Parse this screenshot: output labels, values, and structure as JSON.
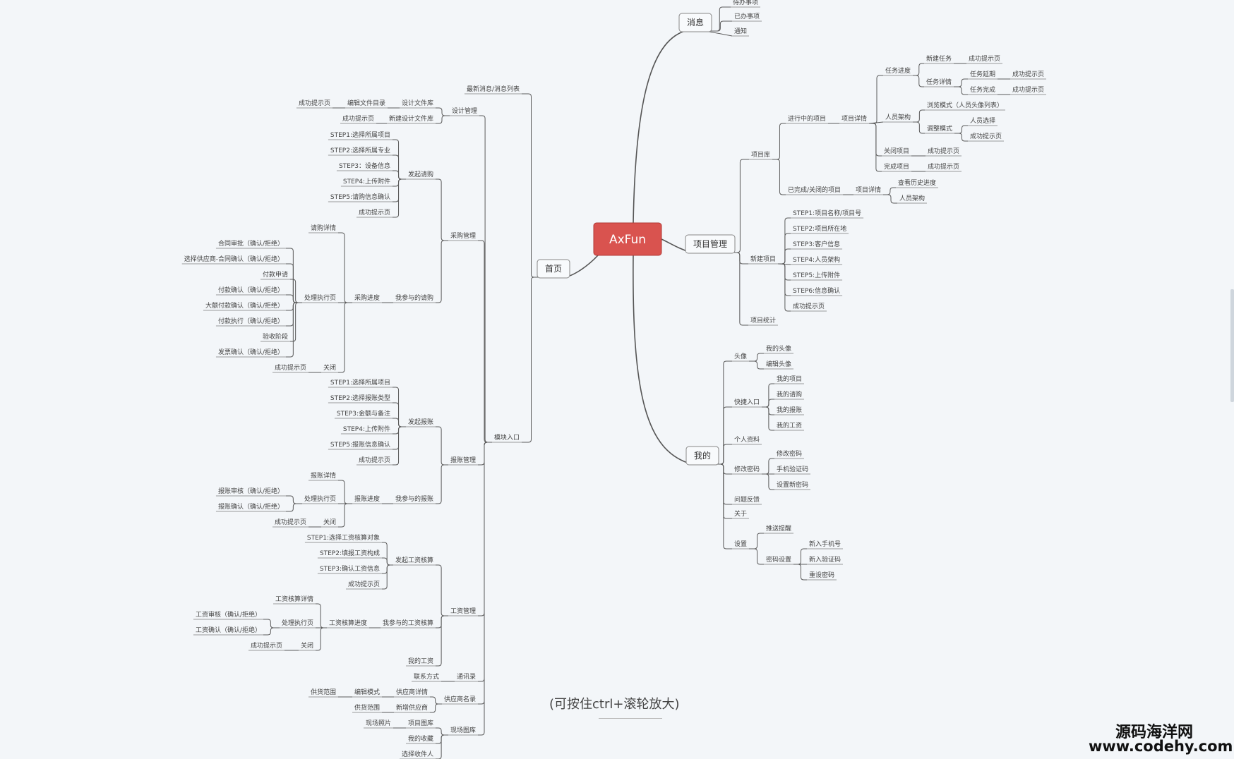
{
  "root": {
    "label": "AxFun"
  },
  "hint": "(可按住ctrl+滚轮放大)",
  "watermark": {
    "line1": "源码海洋网",
    "line2": "www.codehy.com"
  },
  "colors": {
    "root_fill": "#d9534f",
    "root_text": "#ffffff",
    "line": "#5a5a5a",
    "background": "#f3f6f9"
  },
  "nodes": [
    {
      "id": "r_news",
      "t": "消息"
    },
    {
      "id": "n_todo",
      "t": "待办事项"
    },
    {
      "id": "n_done",
      "t": "已办事项"
    },
    {
      "id": "n_notice",
      "t": "通知"
    },
    {
      "id": "r_pm",
      "t": "项目管理"
    },
    {
      "id": "pm_lib",
      "t": "项目库"
    },
    {
      "id": "pm_run",
      "t": "进行中的项目"
    },
    {
      "id": "pm_detail",
      "t": "项目详情"
    },
    {
      "id": "pm_prog",
      "t": "任务进度"
    },
    {
      "id": "pm_newtask",
      "t": "新建任务"
    },
    {
      "id": "pm_ok1",
      "t": "成功提示页"
    },
    {
      "id": "pm_taskdet",
      "t": "任务详情"
    },
    {
      "id": "pm_delay",
      "t": "任务延期"
    },
    {
      "id": "pm_ok2",
      "t": "成功提示页"
    },
    {
      "id": "pm_finish",
      "t": "任务完成"
    },
    {
      "id": "pm_ok3",
      "t": "成功提示页"
    },
    {
      "id": "pm_staff",
      "t": "人员架构"
    },
    {
      "id": "pm_browse",
      "t": "浏览模式（人员头像列表）"
    },
    {
      "id": "pm_adjust",
      "t": "调整模式"
    },
    {
      "id": "pm_select",
      "t": "人员选择"
    },
    {
      "id": "pm_ok4",
      "t": "成功提示页"
    },
    {
      "id": "pm_close",
      "t": "关闭项目"
    },
    {
      "id": "pm_ok5",
      "t": "成功提示页"
    },
    {
      "id": "pm_complete",
      "t": "完成项目"
    },
    {
      "id": "pm_ok6",
      "t": "成功提示页"
    },
    {
      "id": "pm_closed",
      "t": "已完成/关闭的项目"
    },
    {
      "id": "pm_detail2",
      "t": "项目详情"
    },
    {
      "id": "pm_hist",
      "t": "查看历史进度"
    },
    {
      "id": "pm_staff2",
      "t": "人员架构"
    },
    {
      "id": "pm_new",
      "t": "新建项目"
    },
    {
      "id": "pm_s1",
      "t": "STEP1:项目名称/项目号"
    },
    {
      "id": "pm_s2",
      "t": "STEP2:项目所在地"
    },
    {
      "id": "pm_s3",
      "t": "STEP3:客户信息"
    },
    {
      "id": "pm_s4",
      "t": "STEP4:人员架构"
    },
    {
      "id": "pm_s5",
      "t": "STEP5:上传附件"
    },
    {
      "id": "pm_s6",
      "t": "STEP6:信息确认"
    },
    {
      "id": "pm_ok7",
      "t": "成功提示页"
    },
    {
      "id": "pm_stat",
      "t": "项目统计"
    },
    {
      "id": "r_mine",
      "t": "我的"
    },
    {
      "id": "m_avatar",
      "t": "头像"
    },
    {
      "id": "m_myavatar",
      "t": "我的头像"
    },
    {
      "id": "m_editavatar",
      "t": "编辑头像"
    },
    {
      "id": "m_quick",
      "t": "快捷入口"
    },
    {
      "id": "m_myproj",
      "t": "我的项目"
    },
    {
      "id": "m_mybuy",
      "t": "我的请购"
    },
    {
      "id": "m_myexp",
      "t": "我的报账"
    },
    {
      "id": "m_mywage",
      "t": "我的工资"
    },
    {
      "id": "m_profile",
      "t": "个人资料"
    },
    {
      "id": "m_pwd",
      "t": "修改密码"
    },
    {
      "id": "m_pwd_edit",
      "t": "修改密码"
    },
    {
      "id": "m_pwd_phone",
      "t": "手机验证码"
    },
    {
      "id": "m_pwd_new",
      "t": "设置新密码"
    },
    {
      "id": "m_feedback",
      "t": "问题反馈"
    },
    {
      "id": "m_about",
      "t": "关于"
    },
    {
      "id": "m_settings",
      "t": "设置"
    },
    {
      "id": "m_push",
      "t": "推送提醒"
    },
    {
      "id": "m_pwdset",
      "t": "密码设置"
    },
    {
      "id": "m_newphone",
      "t": "新入手机号"
    },
    {
      "id": "m_newcode",
      "t": "新入验证码"
    },
    {
      "id": "m_resetpwd",
      "t": "重设密码"
    },
    {
      "id": "r_home",
      "t": "首页"
    },
    {
      "id": "h_latest",
      "t": "最新消息/消息列表"
    },
    {
      "id": "h_modules",
      "t": "模块入口"
    },
    {
      "id": "d_mgmt",
      "t": "设计管理"
    },
    {
      "id": "d_lib",
      "t": "设计文件库"
    },
    {
      "id": "d_edit",
      "t": "编辑文件目录"
    },
    {
      "id": "d_ok1",
      "t": "成功提示页"
    },
    {
      "id": "d_newlib",
      "t": "新建设计文件库"
    },
    {
      "id": "d_ok2",
      "t": "成功提示页"
    },
    {
      "id": "p_mgmt",
      "t": "采购管理"
    },
    {
      "id": "p_start",
      "t": "发起请购"
    },
    {
      "id": "p_s1",
      "t": "STEP1:选择所属项目"
    },
    {
      "id": "p_s2",
      "t": "STEP2:选择所属专业"
    },
    {
      "id": "p_s3",
      "t": "STEP3：设备信息"
    },
    {
      "id": "p_s4",
      "t": "STEP4:上传附件"
    },
    {
      "id": "p_s5",
      "t": "STEP5:请购信息确认"
    },
    {
      "id": "p_ok1",
      "t": "成功提示页"
    },
    {
      "id": "p_mine",
      "t": "我参与的请购"
    },
    {
      "id": "p_progress",
      "t": "采购进度"
    },
    {
      "id": "p_detail",
      "t": "请购详情"
    },
    {
      "id": "p_exec",
      "t": "处理执行页"
    },
    {
      "id": "p_e1",
      "t": "合同审批（确认/拒绝）"
    },
    {
      "id": "p_e2",
      "t": "选择供应商-合同确认（确认/拒绝）"
    },
    {
      "id": "p_e3",
      "t": "付款申请"
    },
    {
      "id": "p_e4",
      "t": "付款确认（确认/拒绝）"
    },
    {
      "id": "p_e5",
      "t": "大额付款确认（确认/拒绝）"
    },
    {
      "id": "p_e6",
      "t": "付款执行（确认/拒绝）"
    },
    {
      "id": "p_e7",
      "t": "验收阶段"
    },
    {
      "id": "p_e8",
      "t": "发票确认（确认/拒绝）"
    },
    {
      "id": "p_close",
      "t": "关闭"
    },
    {
      "id": "p_ok2",
      "t": "成功提示页"
    },
    {
      "id": "e_mgmt",
      "t": "报账管理"
    },
    {
      "id": "e_start",
      "t": "发起报账"
    },
    {
      "id": "e_s1",
      "t": "STEP1:选择所属项目"
    },
    {
      "id": "e_s2",
      "t": "STEP2:选择报账类型"
    },
    {
      "id": "e_s3",
      "t": "STEP3:金额与备注"
    },
    {
      "id": "e_s4",
      "t": "STEP4:上传附件"
    },
    {
      "id": "e_s5",
      "t": "STEP5:报账信息确认"
    },
    {
      "id": "e_ok1",
      "t": "成功提示页"
    },
    {
      "id": "e_mine",
      "t": "我参与的报账"
    },
    {
      "id": "e_progress",
      "t": "报账进度"
    },
    {
      "id": "e_detail",
      "t": "报账详情"
    },
    {
      "id": "e_exec",
      "t": "处理执行页"
    },
    {
      "id": "e_e1",
      "t": "报账审核（确认/拒绝）"
    },
    {
      "id": "e_e2",
      "t": "报账确认（确认/拒绝）"
    },
    {
      "id": "e_close",
      "t": "关闭"
    },
    {
      "id": "e_ok2",
      "t": "成功提示页"
    },
    {
      "id": "w_mgmt",
      "t": "工资管理"
    },
    {
      "id": "w_start",
      "t": "发起工资核算"
    },
    {
      "id": "w_s1",
      "t": "STEP1:选择工资核算对象"
    },
    {
      "id": "w_s2",
      "t": "STEP2:填报工资构成"
    },
    {
      "id": "w_s3",
      "t": "STEP3:确认工资信息"
    },
    {
      "id": "w_ok1",
      "t": "成功提示页"
    },
    {
      "id": "w_mine",
      "t": "我参与的工资核算"
    },
    {
      "id": "w_progress",
      "t": "工资核算进度"
    },
    {
      "id": "w_detail",
      "t": "工资核算详情"
    },
    {
      "id": "w_exec",
      "t": "处理执行页"
    },
    {
      "id": "w_e1",
      "t": "工资审核（确认/拒绝）"
    },
    {
      "id": "w_e2",
      "t": "工资确认（确认/拒绝）"
    },
    {
      "id": "w_close",
      "t": "关闭"
    },
    {
      "id": "w_ok2",
      "t": "成功提示页"
    },
    {
      "id": "w_my",
      "t": "我的工资"
    },
    {
      "id": "c_book",
      "t": "通讯录"
    },
    {
      "id": "c_contact",
      "t": "联系方式"
    },
    {
      "id": "s_list",
      "t": "供应商名录"
    },
    {
      "id": "s_detail",
      "t": "供应商详情"
    },
    {
      "id": "s_editmode",
      "t": "编辑模式"
    },
    {
      "id": "s_range1",
      "t": "供货范围"
    },
    {
      "id": "s_new",
      "t": "新增供应商"
    },
    {
      "id": "s_range2",
      "t": "供货范围"
    },
    {
      "id": "f_lib",
      "t": "现场图库"
    },
    {
      "id": "f_proj",
      "t": "项目图库"
    },
    {
      "id": "f_photo",
      "t": "现场照片"
    },
    {
      "id": "f_fav",
      "t": "我的收藏"
    },
    {
      "id": "f_pick",
      "t": "选择收件人"
    }
  ]
}
